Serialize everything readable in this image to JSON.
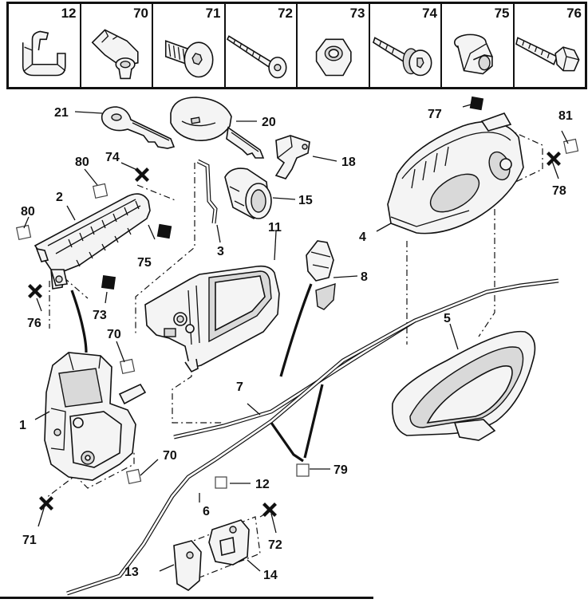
{
  "strip": [
    {
      "num": "12",
      "icon": "clip-icon"
    },
    {
      "num": "70",
      "icon": "retainer-clip-icon"
    },
    {
      "num": "71",
      "icon": "torx-screw-icon"
    },
    {
      "num": "72",
      "icon": "long-screw-icon"
    },
    {
      "num": "73",
      "icon": "hex-nut-icon"
    },
    {
      "num": "74",
      "icon": "washer-screw-icon"
    },
    {
      "num": "75",
      "icon": "rivet-nut-icon"
    },
    {
      "num": "76",
      "icon": "hex-bolt-icon"
    }
  ],
  "callouts": {
    "c1": "1",
    "c2": "2",
    "c3": "3",
    "c4": "4",
    "c5": "5",
    "c6": "6",
    "c7": "7",
    "c8": "8",
    "c11": "11",
    "c12": "12",
    "c13": "13",
    "c14": "14",
    "c15": "15",
    "c18": "18",
    "c20": "20",
    "c21": "21",
    "c70a": "70",
    "c70b": "70",
    "c71": "71",
    "c72": "72",
    "c73": "73",
    "c74": "74",
    "c75": "75",
    "c76": "76",
    "c77": "77",
    "c78": "78",
    "c79": "79",
    "c80a": "80",
    "c80b": "80",
    "c81": "81"
  }
}
